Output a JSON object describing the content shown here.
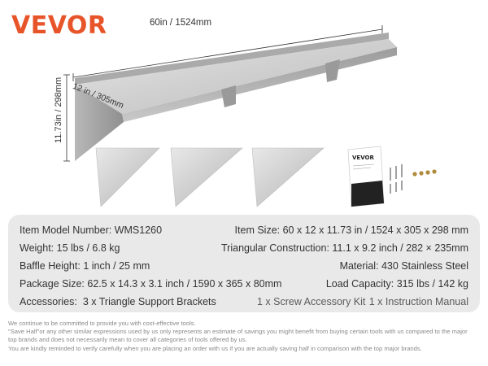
{
  "brand": {
    "logo_text": "VEVOR",
    "logo_color": "#e8542a"
  },
  "dimensions": {
    "width_label": "60in / 1524mm",
    "depth_label": "12 in / 305mm",
    "height_label": "11.73in / 298mm"
  },
  "manual": {
    "brand": "VEVOR"
  },
  "specs": {
    "item_model": {
      "label": "Item Model Number:",
      "value": "WMS1260"
    },
    "item_size": {
      "label": "Item Size:",
      "value": "60 x 12 x 11.73 in / 1524 x 305 x 298 mm"
    },
    "weight": {
      "label": "Weight:",
      "value": "15 lbs / 6.8 kg"
    },
    "triangular": {
      "label": "Triangular Construction:",
      "value": "11.1 x 9.2 inch / 282 × 235mm"
    },
    "baffle": {
      "label": "Baffle Height:",
      "value": "1 inch / 25 mm"
    },
    "material": {
      "label": "Material:",
      "value": "430 Stainless Steel"
    },
    "package": {
      "label": "Package Size:",
      "value": "62.5 x 14.3 x 3.1 inch / 1590 x 365 x 80mm"
    },
    "load": {
      "label": "Load Capacity:",
      "value": "315 lbs / 142 kg"
    },
    "accessories": {
      "label": "Accessories:",
      "item1": "3 x Triangle Support Brackets",
      "item2": "1 x Screw Accessory Kit",
      "item3": "1 x Instruction Manual"
    }
  },
  "footer": {
    "line1": "We continue to be committed to provide you with cost-effective tools.",
    "line2": "\"Save Half\"or any other similar expressions used by us only represents an estimate of savings you might benefit from buying certain tools with us compared to the major",
    "line3": "top brands and does not necessarily mean to cover all categories of tools offered by us.",
    "line4": "You are kindly reminded to verify carefully when you are placing an order with us if you are actually saving half in comparison with the top major brands."
  }
}
